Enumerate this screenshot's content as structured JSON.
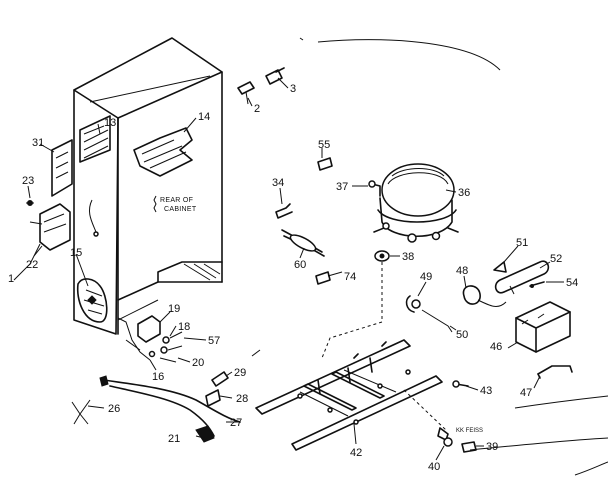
{
  "diagram": {
    "cabinet_label_line1": "REAR OF",
    "cabinet_label_line2": "CABINET",
    "small_text": "KK  FEISS",
    "callouts": {
      "c1": "1",
      "c2": "2",
      "c3": "3",
      "c13": "13",
      "c14": "14",
      "c15": "15",
      "c16": "16",
      "c18": "18",
      "c19": "19",
      "c20": "20",
      "c21": "21",
      "c22": "22",
      "c23": "23",
      "c26": "26",
      "c27": "27",
      "c28": "28",
      "c29": "29",
      "c31": "31",
      "c34": "34",
      "c36": "36",
      "c37": "37",
      "c38": "38",
      "c39": "39",
      "c40": "40",
      "c42": "42",
      "c43": "43",
      "c46": "46",
      "c47": "47",
      "c48": "48",
      "c49": "49",
      "c50": "50",
      "c51": "51",
      "c52": "52",
      "c54": "54",
      "c55": "55",
      "c57": "57",
      "c60": "60",
      "c74": "74"
    }
  }
}
